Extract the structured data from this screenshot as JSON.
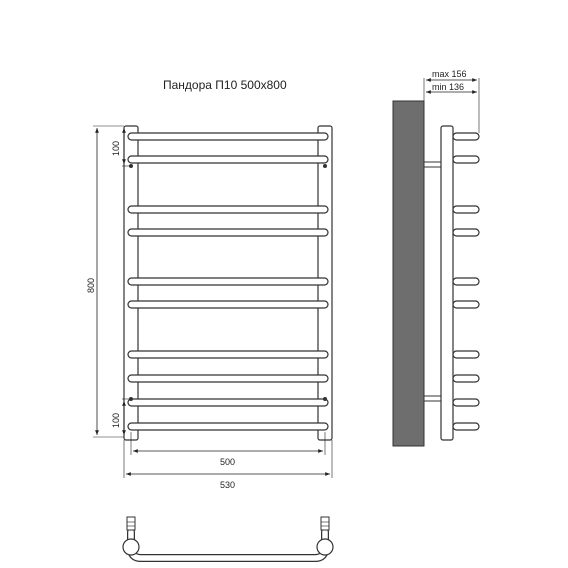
{
  "title": "Пандора П10 500x800",
  "dimensions": {
    "top_spacing": "100",
    "height": "800",
    "bottom_spacing": "100",
    "center_width": "500",
    "total_width": "530",
    "max_depth": "max 156",
    "min_depth": "min 136"
  },
  "colors": {
    "wall": "#6e6e6e",
    "line": "#333333"
  }
}
